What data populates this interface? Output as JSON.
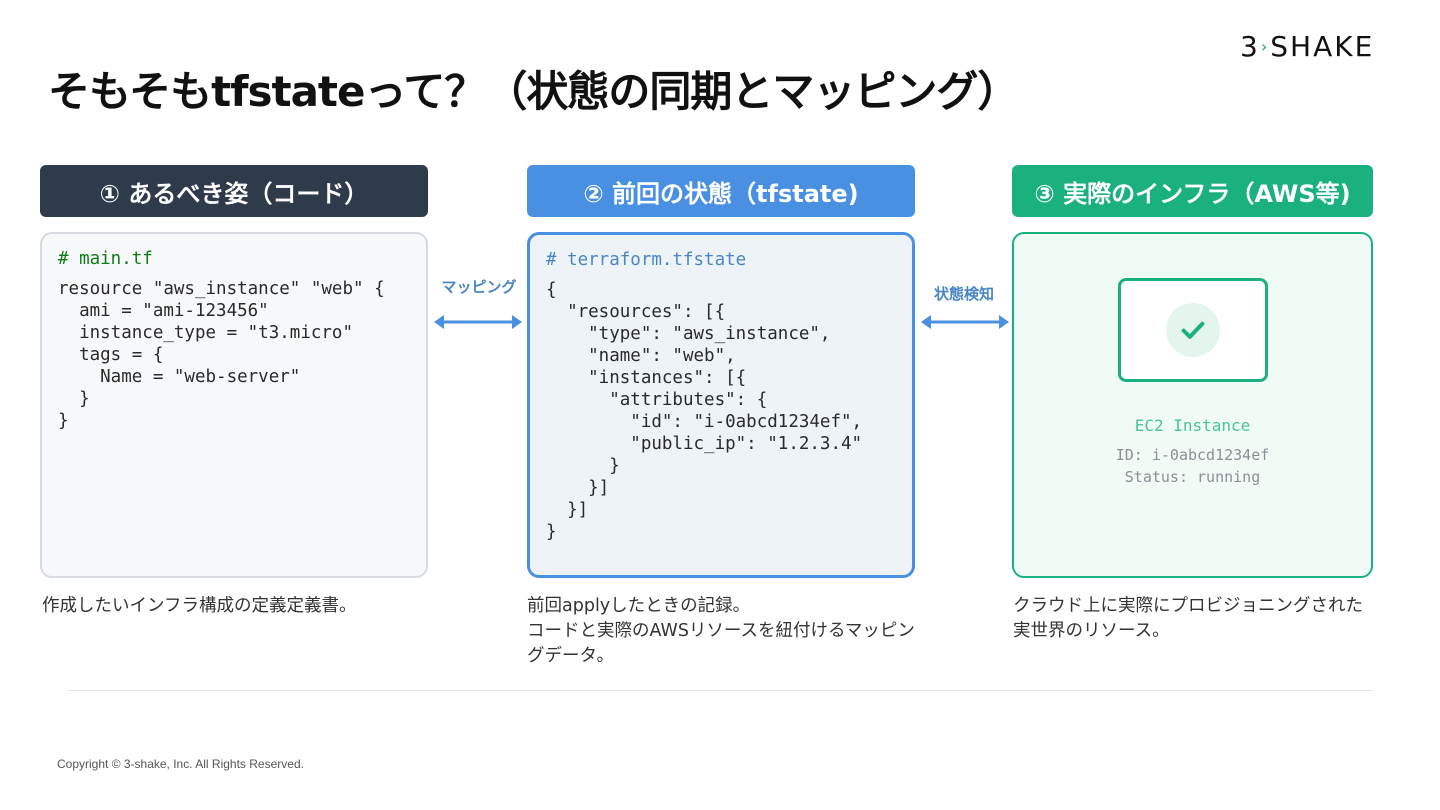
{
  "logo": {
    "pre": "3",
    "post": "SHAKE"
  },
  "title": "そもそもtfstateって？（状態の同期とマッピング）",
  "columns": [
    {
      "header": "① あるべき姿（コード）",
      "code_comment": "# main.tf",
      "code_body": "resource \"aws_instance\" \"web\" {\n  ami = \"ami-123456\"\n  instance_type = \"t3.micro\"\n  tags = {\n    Name = \"web-server\"\n  }\n}",
      "description": "作成したいインフラ構成の定義定義書。"
    },
    {
      "header": "② 前回の状態（tfstate)",
      "code_comment": "# terraform.tfstate",
      "code_body": "{\n  \"resources\": [{\n    \"type\": \"aws_instance\",\n    \"name\": \"web\",\n    \"instances\": [{\n      \"attributes\": {\n        \"id\": \"i-0abcd1234ef\",\n        \"public_ip\": \"1.2.3.4\"\n      }\n    }]\n  }]\n}",
      "description": "前回applyしたときの記録。\nコードと実際のAWSリソースを紐付けるマッピングデータ。"
    },
    {
      "header": "③ 実際のインフラ（AWS等)",
      "instance_name": "EC2 Instance",
      "instance_id": "ID: i-0abcd1234ef",
      "instance_status": "Status: running",
      "description": "クラウド上に実際にプロビジョニングされた実世界のリソース。"
    }
  ],
  "arrows": [
    {
      "label": "マッピング"
    },
    {
      "label": "状態検知"
    }
  ],
  "copyright": "Copyright © 3-shake, Inc. All Rights Reserved.",
  "colors": {
    "dark_header": "#2f3a4b",
    "blue": "#4a90e2",
    "green": "#1ab17e"
  }
}
